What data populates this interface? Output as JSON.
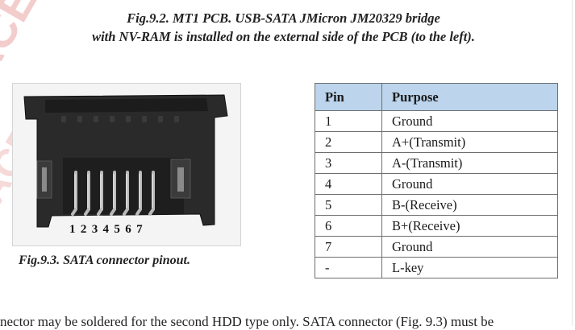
{
  "captions": {
    "top_line1": "Fig.9.2. MT1 PCB. USB-SATA JMicron JM20329 bridge",
    "top_line2": "with NV-RAM is installed on the external side of the PCB (to the left).",
    "photo_caption": "Fig.9.3. SATA connector pinout.",
    "photo_pin_labels": "1 2 3 4 5 6 7"
  },
  "table": {
    "headers": [
      "Pin",
      "Purpose"
    ],
    "rows": [
      [
        "1",
        "Ground"
      ],
      [
        "2",
        "A+(Transmit)"
      ],
      [
        "3",
        "A-(Transmit)"
      ],
      [
        "4",
        "Ground"
      ],
      [
        "5",
        "B-(Receive)"
      ],
      [
        "6",
        "B+(Receive)"
      ],
      [
        "7",
        "Ground"
      ],
      [
        "-",
        "L-key"
      ]
    ]
  },
  "body_text": "nector may be soldered for the second HDD type only. SATA connector (Fig. 9.3) must be",
  "watermark_text": "ACE",
  "colors": {
    "header_bg": "#bcd4ec",
    "watermark": "#f2c4c4",
    "border": "#6e6e6e"
  }
}
